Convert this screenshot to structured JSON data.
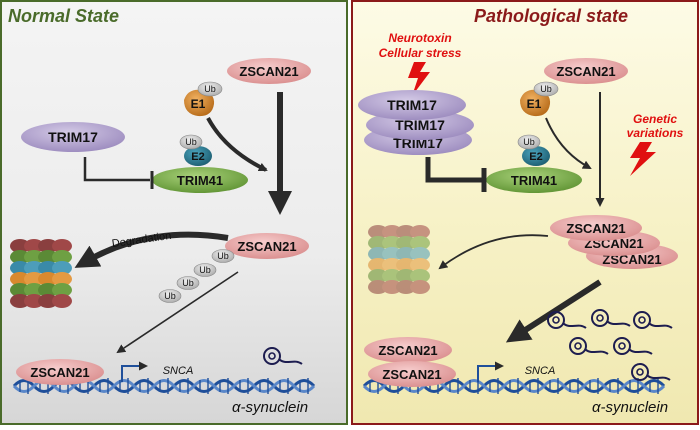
{
  "left_panel": {
    "title": "Normal State",
    "proteins": {
      "zscan21_top": "ZSCAN21",
      "ub_e1": "Ub",
      "e1": "E1",
      "ub_e2": "Ub",
      "e2": "E2",
      "trim41": "TRIM41",
      "trim17": "TRIM17",
      "zscan21_mid": "ZSCAN21",
      "ub_chain": [
        "Ub",
        "Ub",
        "Ub"
      ],
      "zscan21_dna": "ZSCAN21"
    },
    "degradation_label": "Degradation",
    "gene_label": "SNCA",
    "product_label": "α-synuclein"
  },
  "right_panel": {
    "title": "Pathological state",
    "stress_lines": [
      "Neurotoxin",
      "Cellular stress"
    ],
    "genetic_lines": [
      "Genetic",
      "variations"
    ],
    "proteins": {
      "zscan21_top": "ZSCAN21",
      "ub_e1": "Ub",
      "e1": "E1",
      "ub_e2": "Ub",
      "e2": "E2",
      "trim41": "TRIM41",
      "trim17_stack": [
        "TRIM17",
        "TRIM17",
        "TRIM17"
      ],
      "zscan21_stack": [
        "ZSCAN21",
        "ZSCAN21",
        "ZSCAN21"
      ],
      "zscan21_dna": [
        "ZSCAN21",
        "ZSCAN21"
      ]
    },
    "gene_label": "SNCA",
    "product_label": "α-synuclein"
  },
  "colors": {
    "left_border": "#4a6b2a",
    "left_title": "#4a6b2a",
    "right_border": "#8b1a1a",
    "right_title": "#8b1a1a",
    "zscan21_fill": "#e8a0a0",
    "trim17_fill": "#b4a6cf",
    "trim41_fill": "#7fb04a",
    "e1_fill": "#d48a2e",
    "e2_fill": "#2a7a92",
    "ub_fill": "#c8c8c8",
    "stress_text": "#e01010",
    "dna_blue": "#1f4f9a"
  }
}
